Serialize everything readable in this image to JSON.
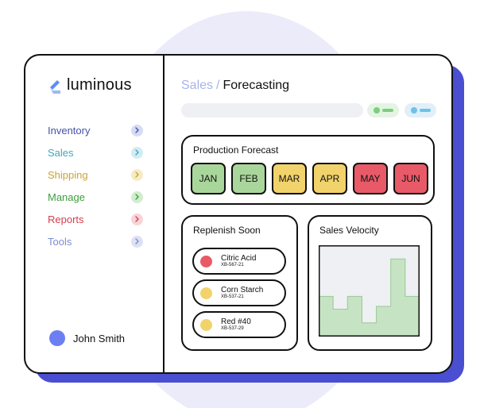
{
  "app": {
    "name": "luminous",
    "logo_icon": "luminous-logo-icon",
    "colors": {
      "brand": "#5c8ff2",
      "shadow": "#4a4ed0",
      "background_circle": "#ecebfa"
    }
  },
  "sidebar": {
    "items": [
      {
        "label": "Inventory",
        "color": "#4452a8",
        "chevron_bg": "#d6dcf2"
      },
      {
        "label": "Sales",
        "color": "#3fa7bd",
        "chevron_bg": "#d3ebf2"
      },
      {
        "label": "Shipping",
        "color": "#c9a433",
        "chevron_bg": "#f5ecc6"
      },
      {
        "label": "Manage",
        "color": "#3f9e3f",
        "chevron_bg": "#d2ecd0"
      },
      {
        "label": "Reports",
        "color": "#d63f4e",
        "chevron_bg": "#f7d4d7"
      },
      {
        "label": "Tools",
        "color": "#7f8ccf",
        "chevron_bg": "#dde1f4"
      }
    ],
    "user": {
      "name": "John Smith",
      "avatar_color": "#6b7ff2"
    }
  },
  "main": {
    "breadcrumb": {
      "section": "Sales",
      "separator": "/",
      "page": "Forecasting"
    },
    "pills": [
      {
        "dot_color": "#7ccf7c",
        "bar_color": "#7ccf7c",
        "bg": "#e4f4e4"
      },
      {
        "dot_color": "#6cc2e8",
        "bar_color": "#6cc2e8",
        "bg": "#e0eff8"
      }
    ],
    "production_forecast": {
      "title": "Production Forecast",
      "months": [
        {
          "label": "JAN",
          "color": "#a9d79b"
        },
        {
          "label": "FEB",
          "color": "#a9d79b"
        },
        {
          "label": "MAR",
          "color": "#f2d36b"
        },
        {
          "label": "APR",
          "color": "#f2d36b"
        },
        {
          "label": "MAY",
          "color": "#e85a67"
        },
        {
          "label": "JUN",
          "color": "#e85a67"
        }
      ]
    },
    "replenish_soon": {
      "title": "Replenish Soon",
      "items": [
        {
          "name": "Citric Acid",
          "code": "XB-567-21",
          "dot_color": "#e85a67"
        },
        {
          "name": "Corn Starch",
          "code": "XB-537-21",
          "dot_color": "#f2d36b"
        },
        {
          "name": "Red #40",
          "code": "XB-537-29",
          "dot_color": "#f2d36b"
        }
      ]
    },
    "sales_velocity": {
      "title": "Sales Velocity",
      "colors": {
        "fill": "#c6e4c3",
        "stroke": "#98c995",
        "background": "#eef0f3"
      }
    }
  },
  "chart_data": {
    "type": "area",
    "step": true,
    "x": [
      1,
      2,
      3,
      4,
      5,
      6,
      7
    ],
    "values": [
      44,
      30,
      44,
      15,
      33,
      85,
      44
    ],
    "ylim": [
      0,
      100
    ],
    "title": "Sales Velocity",
    "grid": false
  }
}
